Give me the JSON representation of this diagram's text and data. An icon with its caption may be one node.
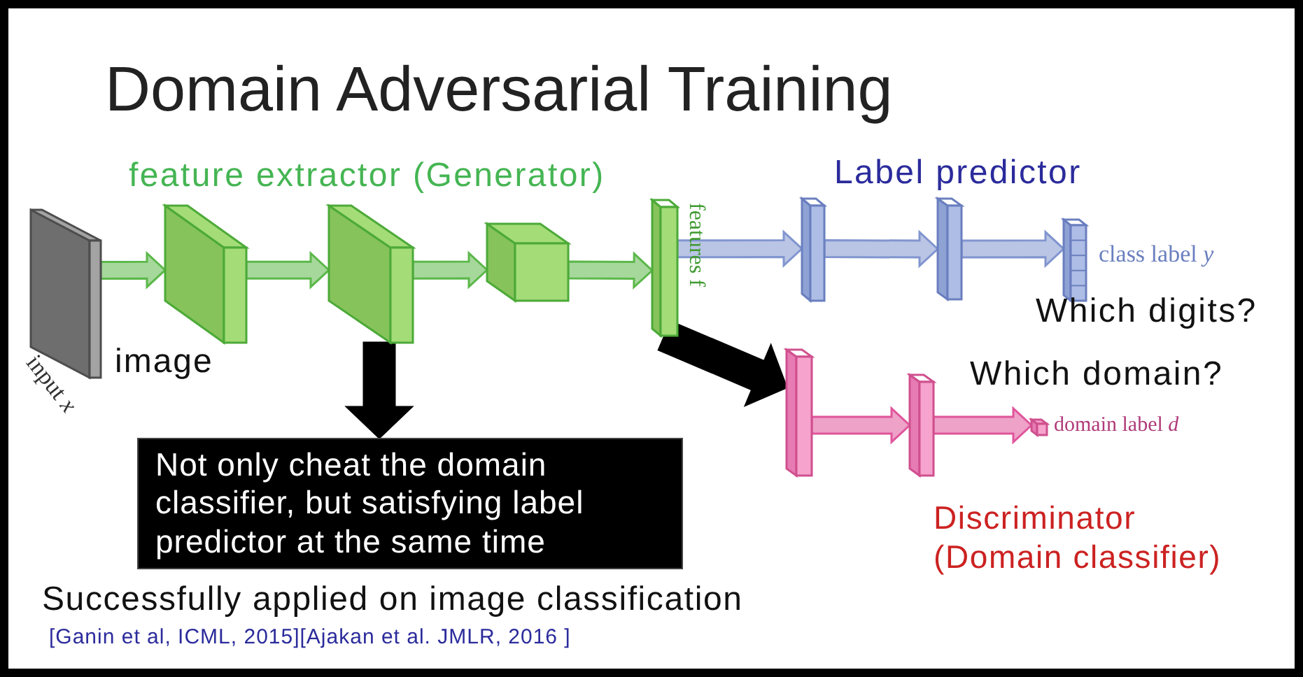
{
  "diagram": {
    "title": "Domain Adversarial Training",
    "nodes": [
      {
        "text": [],
        "shape": "box",
        "beside": [
          "input *x*"
        ]
      },
      {
        "text": [],
        "shape": "box"
      },
      {
        "text": [],
        "shape": "box"
      },
      {
        "text": [],
        "shape": "box"
      },
      {
        "text": [],
        "shape": "bar",
        "beside": [
          "features f"
        ]
      },
      {
        "text": [],
        "shape": "bar"
      },
      {
        "text": [],
        "shape": "bar"
      },
      {
        "text": [],
        "shape": "bar",
        "beside": [
          "class label *y*"
        ]
      },
      {
        "text": [],
        "shape": "bar"
      },
      {
        "text": [],
        "shape": "bar"
      },
      {
        "text": [],
        "shape": "box",
        "beside": [
          "domain label *d*"
        ]
      },
      {
        "text": [
          "Not only cheat the domain classifier, but satisfying label predictor at the same time"
        ]
      }
    ],
    "edges": [
      {
        "from": 0,
        "to": 1,
        "arrow": "to"
      },
      {
        "from": 1,
        "to": 2,
        "arrow": "to"
      },
      {
        "from": 2,
        "to": 3,
        "arrow": "to"
      },
      {
        "from": 3,
        "to": 4,
        "arrow": "to"
      },
      {
        "from": 4,
        "to": 5,
        "arrow": "to",
        "color": "#8195cf"
      },
      {
        "from": 5,
        "to": 6,
        "arrow": "to",
        "color": "#8195cf"
      },
      {
        "from": 6,
        "to": 7,
        "arrow": "to",
        "color": "#8195cf"
      },
      {
        "from": 4,
        "to": 8,
        "arrow": "to",
        "style": "thick",
        "color": "#000000"
      },
      {
        "from": 8,
        "to": 9,
        "arrow": "to",
        "color": "#e0559b"
      },
      {
        "from": 9,
        "to": 10,
        "arrow": "to",
        "color": "#e0559b"
      },
      {
        "from": 2,
        "to": 11,
        "arrow": "to",
        "style": "thick",
        "color": "#000000"
      }
    ],
    "labels": [
      "feature extractor (Generator)",
      "image",
      "Label predictor",
      "Which digits?",
      "Which domain?",
      "Discriminator (Domain classifier)",
      "Successfully applied on image classification",
      "[Ganin et al, ICML, 2015][Ajakan et al. JMLR, 2016 ]"
    ]
  }
}
